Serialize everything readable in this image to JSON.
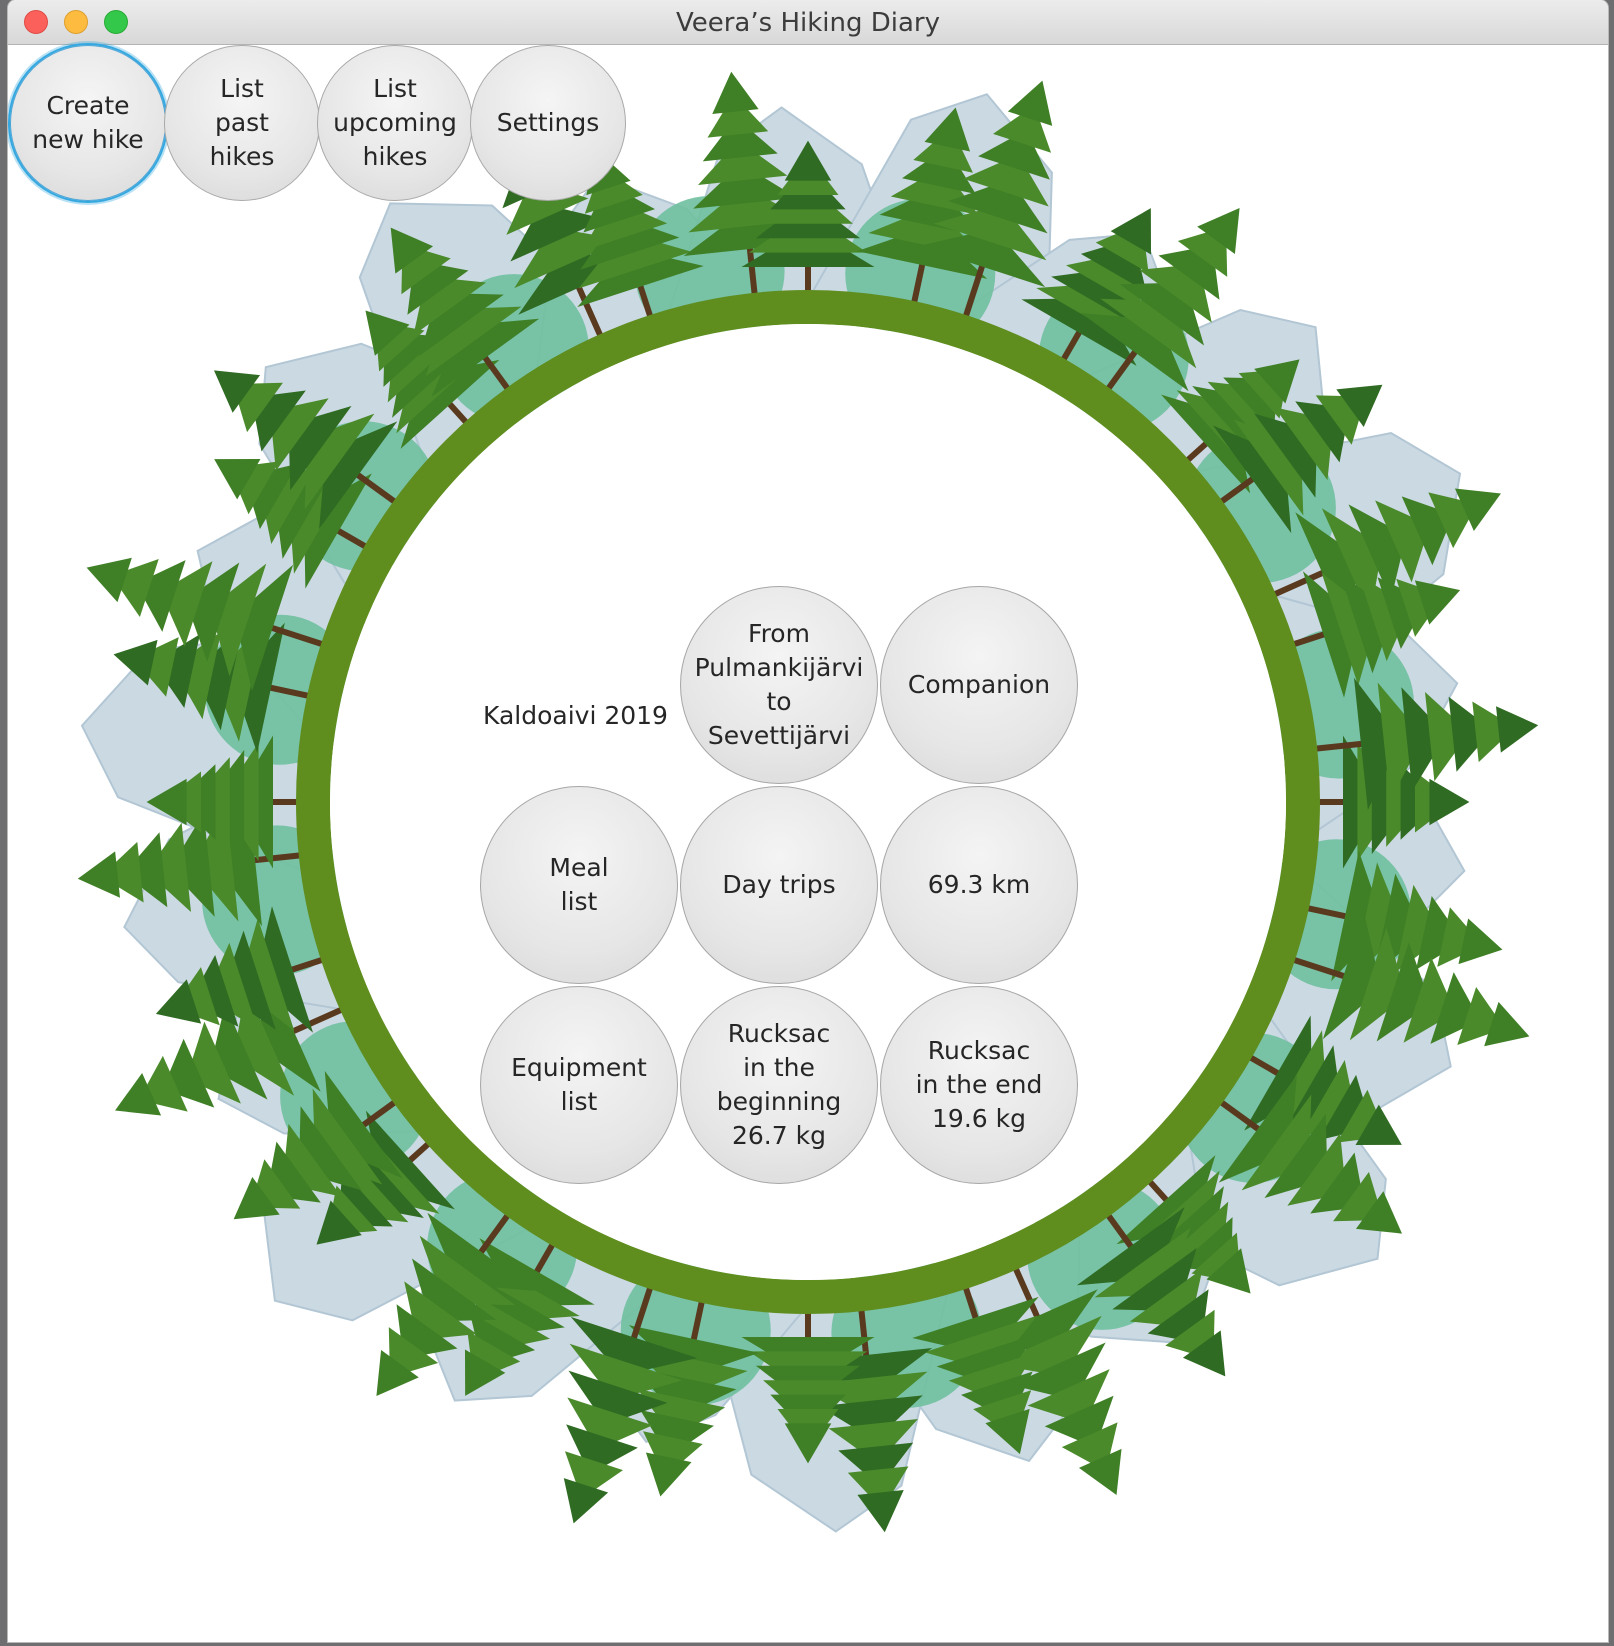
{
  "window": {
    "title": "Veera’s Hiking Diary"
  },
  "toolbar": {
    "buttons": [
      {
        "label": "Create\nnew hike"
      },
      {
        "label": "List\npast\nhikes"
      },
      {
        "label": "List\nupcoming\nhikes"
      },
      {
        "label": "Settings"
      }
    ]
  },
  "hike": {
    "name": "Kaldoaivi 2019",
    "route": "From\nPulmankijärvi\nto\nSevettijärvi",
    "companion": "Companion",
    "meal_list": "Meal\nlist",
    "day_trips": "Day trips",
    "distance": "69.3 km",
    "equipment_list": "Equipment\nlist",
    "rucksack_start": "Rucksac\nin the\nbeginning\n26.7 kg",
    "rucksack_end": "Rucksac\nin the end\n19.6 kg"
  },
  "colors": {
    "ring_green": "#5f8e1f",
    "tree_dark": "#2f6b22",
    "tree_mid": "#4a8a2a",
    "mountain": "#cbd9e3",
    "hill_teal": "#6fbf9f",
    "focus_blue": "#36a8e0"
  }
}
